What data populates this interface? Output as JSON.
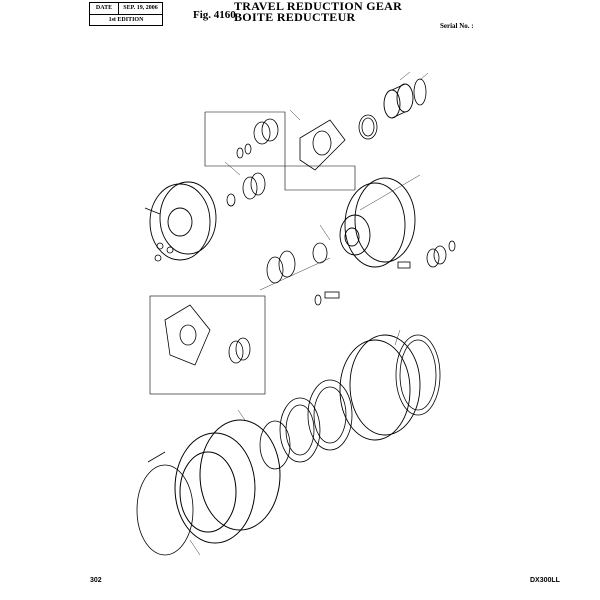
{
  "header": {
    "date_label": "DATE",
    "date_value": "SEP. 19, 2006",
    "edition": "1st EDITION",
    "fig_number": "Fig. 4160",
    "title_en": "TRAVEL  REDUCTION  GEAR",
    "title_fr": "BOITE  REDUCTEUR",
    "serial_label": "Serial No. :"
  },
  "footer": {
    "page_number": "302",
    "model": "DX300LL"
  }
}
